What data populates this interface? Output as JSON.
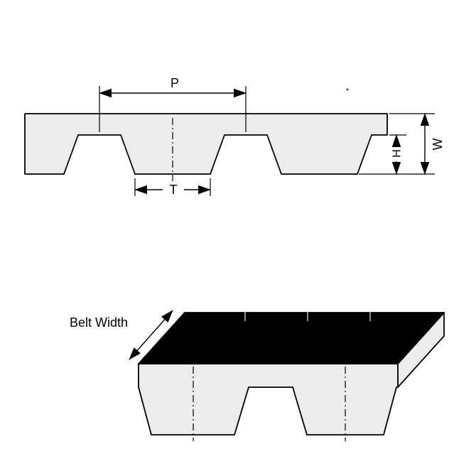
{
  "colors": {
    "background": "#ffffff",
    "belt_fill": "#ececec",
    "belt_outline": "#000000",
    "top_surface": "#000000",
    "dimension_line": "#000000"
  },
  "profile_view": {
    "dim_pitch": "P",
    "dim_tooth_width": "T",
    "dim_tooth_height": "H",
    "dim_belt_thickness": "W"
  },
  "perspective_view": {
    "dim_belt_width": "Belt Width"
  }
}
